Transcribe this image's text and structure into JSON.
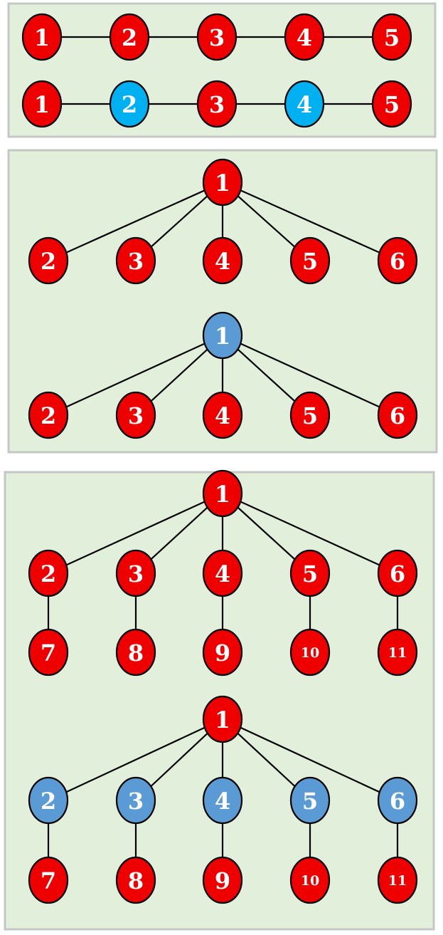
{
  "colors": {
    "red": "#ee0000",
    "cyan": "#00b0f0",
    "blue": "#5b9bd5"
  },
  "panels": [
    {
      "graphs": [
        {
          "type": "path",
          "nodes": [
            {
              "label": "1",
              "color": "red"
            },
            {
              "label": "2",
              "color": "red"
            },
            {
              "label": "3",
              "color": "red"
            },
            {
              "label": "4",
              "color": "red"
            },
            {
              "label": "5",
              "color": "red"
            }
          ]
        },
        {
          "type": "path",
          "nodes": [
            {
              "label": "1",
              "color": "red"
            },
            {
              "label": "2",
              "color": "cyan"
            },
            {
              "label": "3",
              "color": "red"
            },
            {
              "label": "4",
              "color": "cyan"
            },
            {
              "label": "5",
              "color": "red"
            }
          ]
        }
      ]
    },
    {
      "graphs": [
        {
          "type": "star",
          "root": {
            "label": "1",
            "color": "red"
          },
          "children": [
            {
              "label": "2",
              "color": "red"
            },
            {
              "label": "3",
              "color": "red"
            },
            {
              "label": "4",
              "color": "red"
            },
            {
              "label": "5",
              "color": "red"
            },
            {
              "label": "6",
              "color": "red"
            }
          ]
        },
        {
          "type": "star",
          "root": {
            "label": "1",
            "color": "blue"
          },
          "children": [
            {
              "label": "2",
              "color": "red"
            },
            {
              "label": "3",
              "color": "red"
            },
            {
              "label": "4",
              "color": "red"
            },
            {
              "label": "5",
              "color": "red"
            },
            {
              "label": "6",
              "color": "red"
            }
          ]
        }
      ]
    },
    {
      "graphs": [
        {
          "type": "tree",
          "root": {
            "label": "1",
            "color": "red"
          },
          "children": [
            {
              "label": "2",
              "color": "red",
              "child": {
                "label": "7",
                "color": "red"
              }
            },
            {
              "label": "3",
              "color": "red",
              "child": {
                "label": "8",
                "color": "red"
              }
            },
            {
              "label": "4",
              "color": "red",
              "child": {
                "label": "9",
                "color": "red"
              }
            },
            {
              "label": "5",
              "color": "red",
              "child": {
                "label": "10",
                "color": "red"
              }
            },
            {
              "label": "6",
              "color": "red",
              "child": {
                "label": "11",
                "color": "red"
              }
            }
          ]
        },
        {
          "type": "tree",
          "root": {
            "label": "1",
            "color": "red"
          },
          "children": [
            {
              "label": "2",
              "color": "blue",
              "child": {
                "label": "7",
                "color": "red"
              }
            },
            {
              "label": "3",
              "color": "blue",
              "child": {
                "label": "8",
                "color": "red"
              }
            },
            {
              "label": "4",
              "color": "blue",
              "child": {
                "label": "9",
                "color": "red"
              }
            },
            {
              "label": "5",
              "color": "blue",
              "child": {
                "label": "10",
                "color": "red"
              }
            },
            {
              "label": "6",
              "color": "blue",
              "child": {
                "label": "11",
                "color": "red"
              }
            }
          ]
        }
      ]
    }
  ]
}
